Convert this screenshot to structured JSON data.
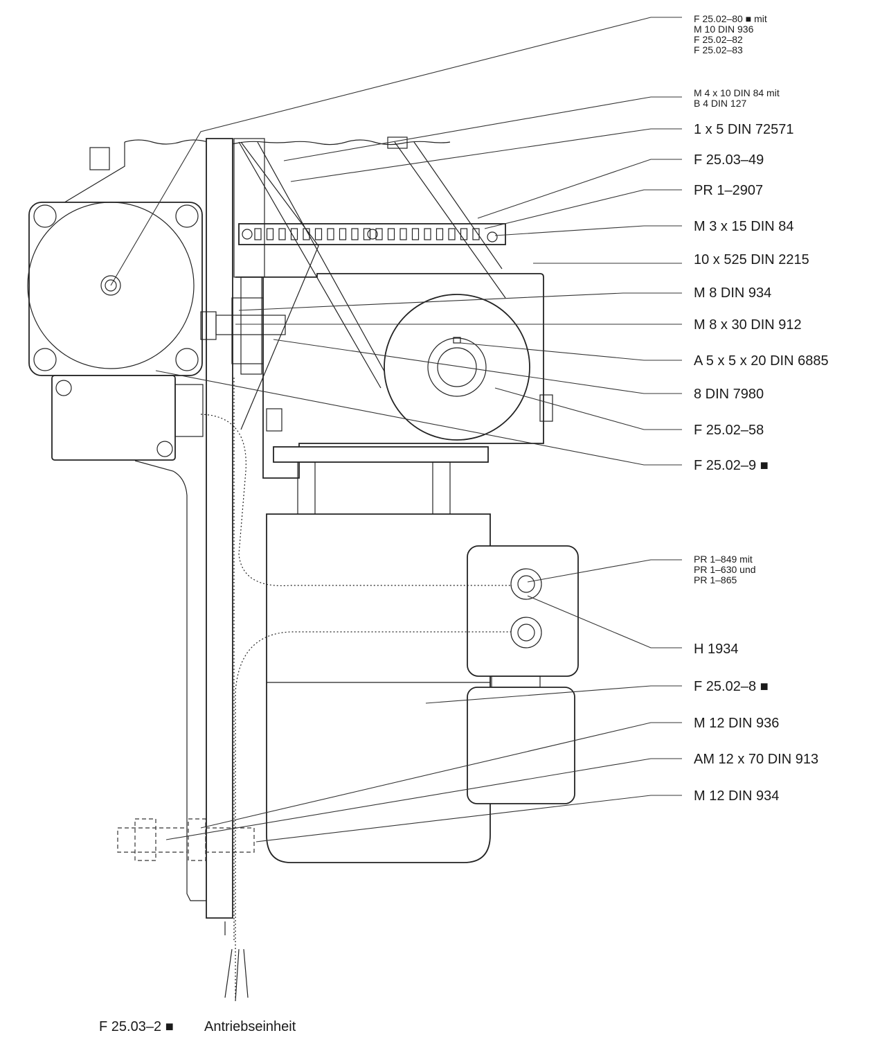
{
  "labels": [
    {
      "id": "l1",
      "lines": [
        "F 25.02–80 ■ mit",
        "M 10 DIN 936",
        "F 25.02–82",
        "F 25.02–83"
      ]
    },
    {
      "id": "l2",
      "lines": [
        "M 4 x 10 DIN 84 mit",
        "B 4 DIN 127"
      ]
    },
    {
      "id": "l3",
      "lines": [
        "1 x 5 DIN 72571"
      ]
    },
    {
      "id": "l4",
      "lines": [
        "F 25.03–49"
      ]
    },
    {
      "id": "l5",
      "lines": [
        "PR 1–2907"
      ]
    },
    {
      "id": "l6",
      "lines": [
        "M 3 x 15 DIN 84"
      ]
    },
    {
      "id": "l7",
      "lines": [
        "10 x 525 DIN 2215"
      ]
    },
    {
      "id": "l8",
      "lines": [
        "M 8 DIN 934"
      ]
    },
    {
      "id": "l9",
      "lines": [
        "M 8 x 30 DIN 912"
      ]
    },
    {
      "id": "l10",
      "lines": [
        "A 5 x 5 x 20 DIN 6885"
      ]
    },
    {
      "id": "l11",
      "lines": [
        "8 DIN 7980"
      ]
    },
    {
      "id": "l12",
      "lines": [
        "F 25.02–58"
      ]
    },
    {
      "id": "l13",
      "lines": [
        "F 25.02–9 ■"
      ]
    },
    {
      "id": "l14",
      "lines": [
        "PR 1–849 mit",
        "PR 1–630 und",
        "PR 1–865"
      ]
    },
    {
      "id": "l15",
      "lines": [
        "H 1934"
      ]
    },
    {
      "id": "l16",
      "lines": [
        "F 25.02–8 ■"
      ]
    },
    {
      "id": "l17",
      "lines": [
        "M 12 DIN 936"
      ]
    },
    {
      "id": "l18",
      "lines": [
        "AM 12 x 70 DIN 913"
      ]
    },
    {
      "id": "l19",
      "lines": [
        "M 12 DIN 934"
      ]
    }
  ],
  "caption": {
    "part_number": "F 25.03–2 ■",
    "title": "Antriebseinheit"
  }
}
